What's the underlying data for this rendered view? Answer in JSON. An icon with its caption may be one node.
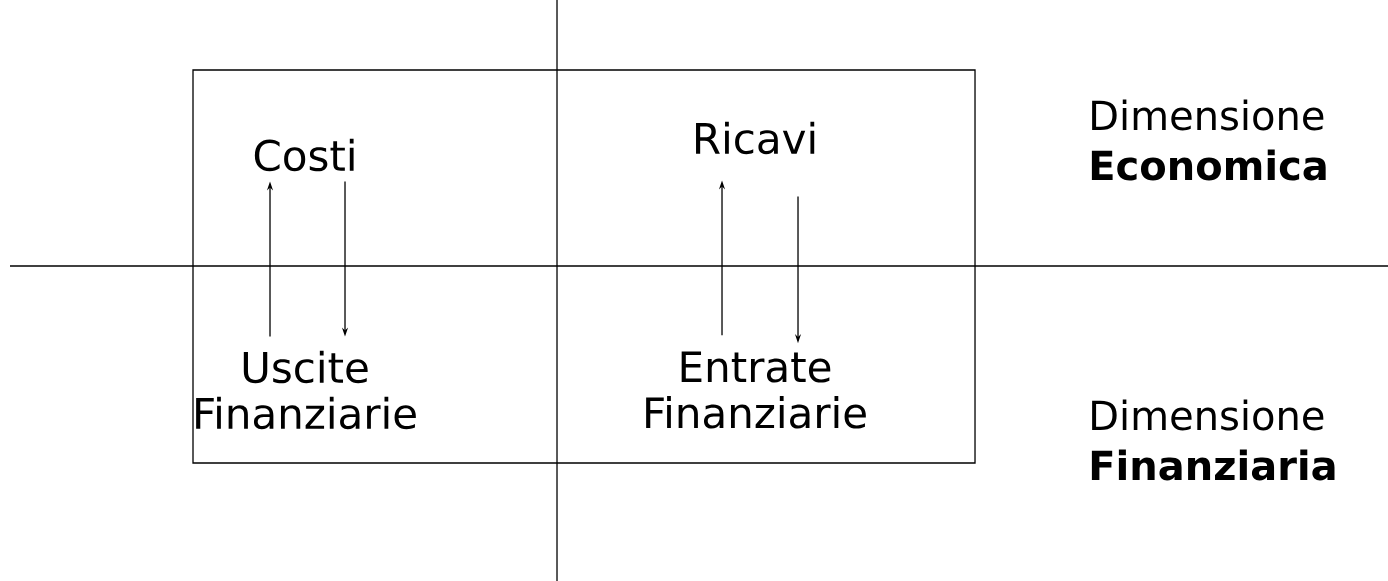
{
  "diagram": {
    "nodes": [
      {
        "text": [
          "Costi"
        ]
      },
      {
        "text": [
          "Uscite Finanziarie"
        ]
      },
      {
        "text": [
          "Ricavi"
        ]
      },
      {
        "text": [
          "Entrate Finanziarie"
        ]
      }
    ],
    "edges": [
      {
        "from": 1,
        "to": 0,
        "arrow": "to"
      },
      {
        "from": 0,
        "to": 1,
        "arrow": "to"
      },
      {
        "from": 3,
        "to": 2,
        "arrow": "to"
      },
      {
        "from": 2,
        "to": 3,
        "arrow": "to"
      }
    ],
    "labels": [
      "Dimensione **Economica**",
      "Dimensione **Finanziaria**"
    ]
  }
}
